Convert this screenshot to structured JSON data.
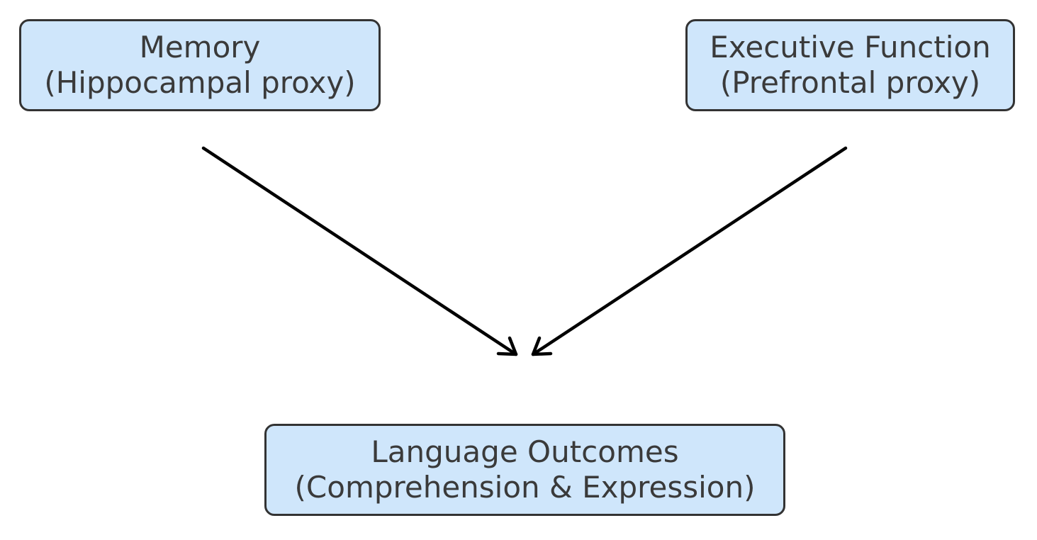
{
  "nodes": {
    "memory": {
      "line1": "Memory",
      "line2": "(Hippocampal proxy)"
    },
    "executive": {
      "line1": "Executive Function",
      "line2": "(Prefrontal proxy)"
    },
    "language": {
      "line1": "Language Outcomes",
      "line2": "(Comprehension & Expression)"
    }
  },
  "edges": [
    {
      "from": "memory",
      "to": "language"
    },
    {
      "from": "executive",
      "to": "language"
    }
  ],
  "colors": {
    "node_fill": "#cfe6fb",
    "node_border": "#333333",
    "text": "#3a3a3a",
    "arrow": "#000000"
  }
}
